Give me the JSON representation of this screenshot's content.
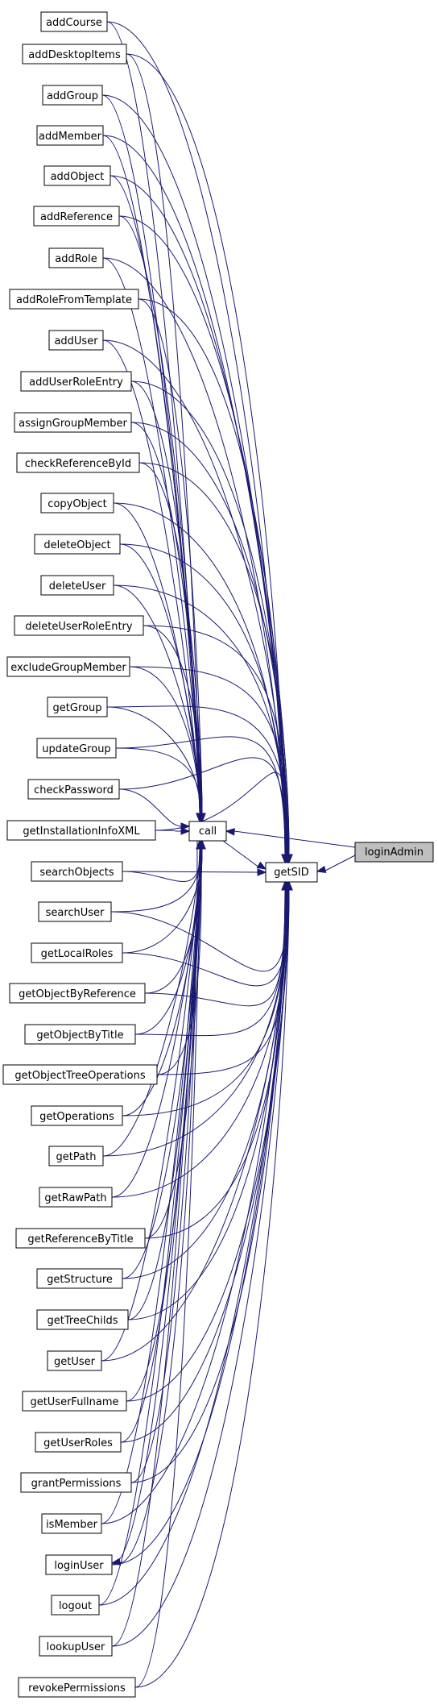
{
  "graph": {
    "root": "loginAdmin",
    "middle": "getSID",
    "call": "call",
    "edge_color": "#191970",
    "highlight_fill": "#bfbfbf",
    "callers": [
      "addCourse",
      "addDesktopItems",
      "addGroup",
      "addMember",
      "addObject",
      "addReference",
      "addRole",
      "addRoleFromTemplate",
      "addUser",
      "addUserRoleEntry",
      "assignGroupMember",
      "checkReferenceById",
      "copyObject",
      "deleteObject",
      "deleteUser",
      "deleteUserRoleEntry",
      "excludeGroupMember",
      "getGroup",
      "updateGroup",
      "checkPassword",
      "getInstallationInfoXML",
      "searchObjects",
      "searchUser",
      "getLocalRoles",
      "getObjectByReference",
      "getObjectByTitle",
      "getObjectTreeOperations",
      "getOperations",
      "getPath",
      "getRawPath",
      "getReferenceByTitle",
      "getStructure",
      "getTreeChilds",
      "getUser",
      "getUserFullname",
      "getUserRoles",
      "grantPermissions",
      "isMember",
      "loginUser",
      "logout",
      "lookupUser",
      "revokePermissions"
    ]
  }
}
